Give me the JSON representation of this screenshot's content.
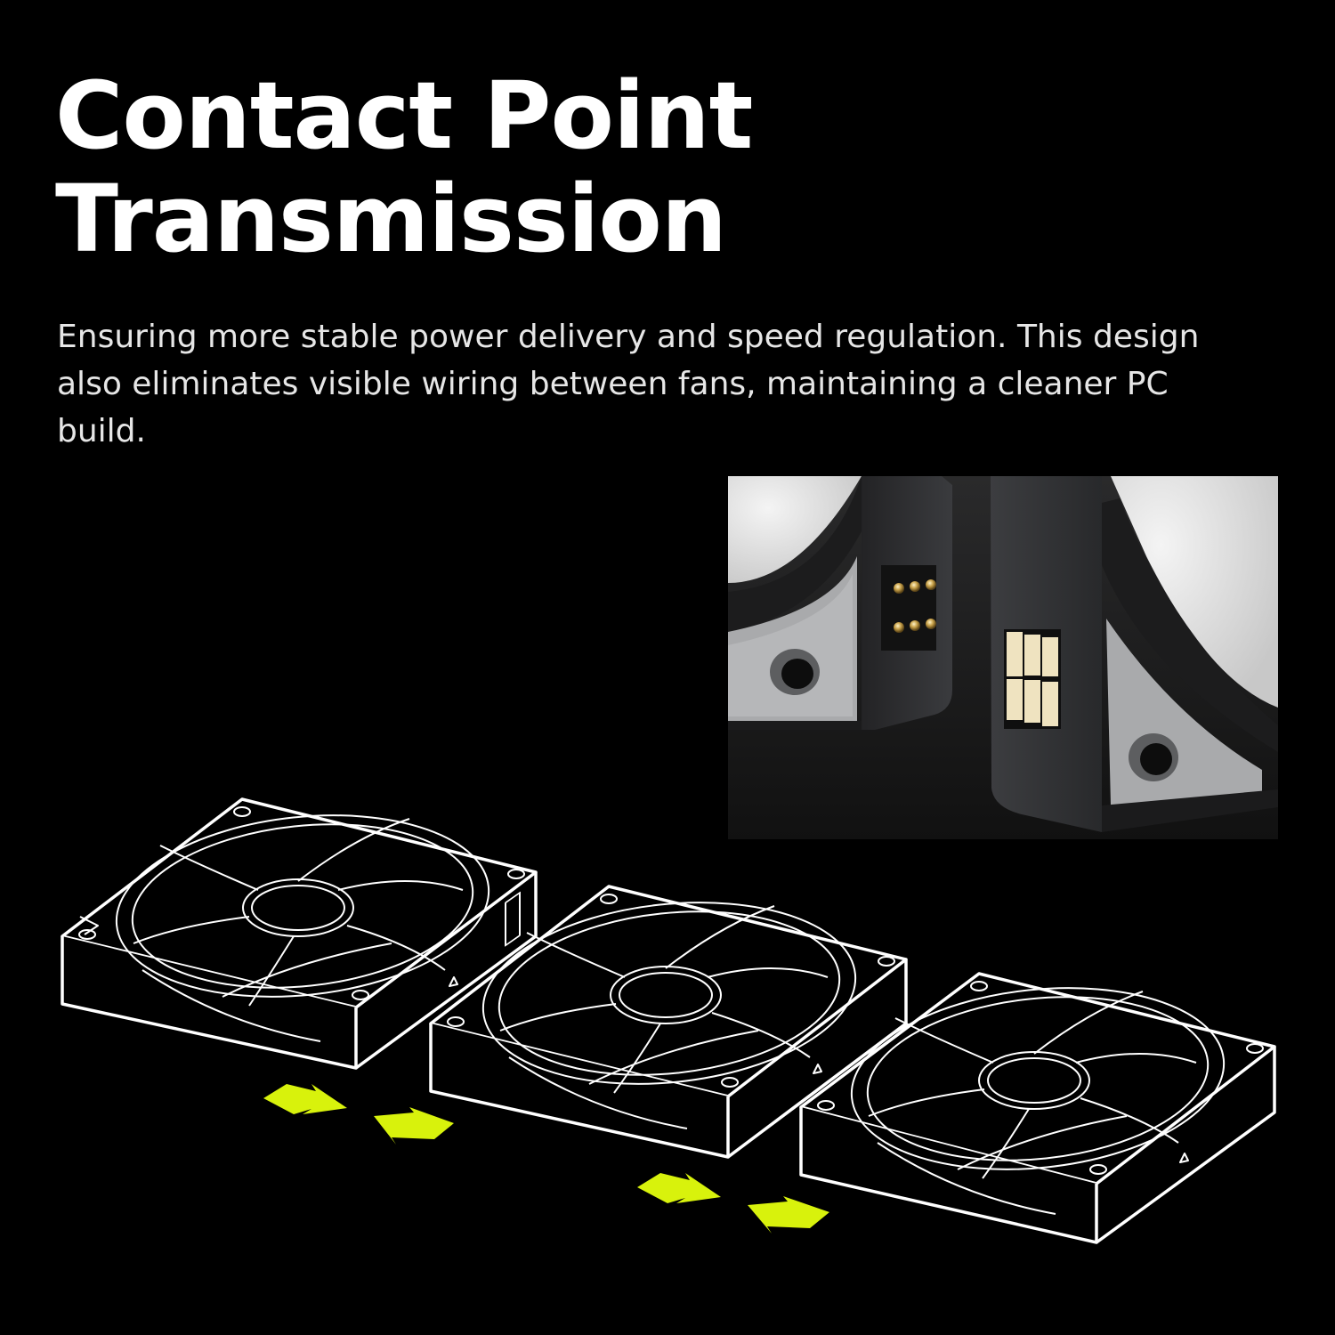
{
  "heading": {
    "line1": "Contact Point",
    "line2": "Transmission"
  },
  "description": "Ensuring more stable power delivery and speed regulation. This design also eliminates visible wiring between fans, maintaining a cleaner PC build.",
  "photo": {
    "subject": "close-up of fan frame corners with pogo-pin and contact-pad connectors",
    "pogo_pins": 6,
    "contact_pads": 6,
    "pad_color": "#efe3c0",
    "pin_color": "#c9a24a"
  },
  "diagram": {
    "fans": 3,
    "arrow_pairs": 2,
    "arrow_color": "#d8f20c",
    "line_color": "#ffffff"
  },
  "colors": {
    "background": "#000000",
    "text": "#ffffff",
    "body_text": "#e6e6e6"
  }
}
